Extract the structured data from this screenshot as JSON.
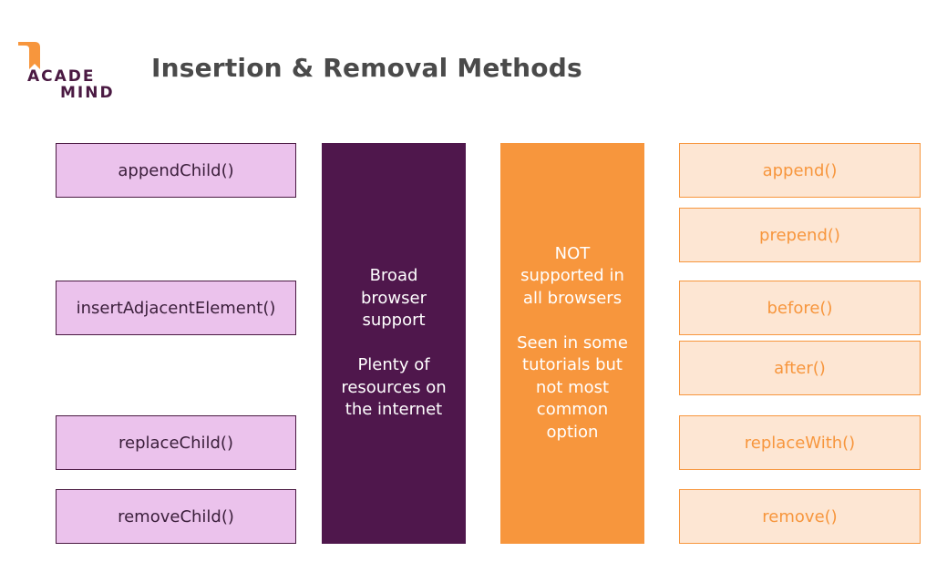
{
  "logo": {
    "line1": "ACADE",
    "line2": "MIND"
  },
  "title": "Insertion & Removal Methods",
  "left_methods": [
    "appendChild()",
    "insertAdjacentElement()",
    "replaceChild()",
    "removeChild()"
  ],
  "broad_support_panel": "Broad\nbrowser\nsupport\n\nPlenty of\nresources on\nthe internet",
  "not_supported_panel": "NOT\nsupported in\nall browsers\n\nSeen in some\ntutorials but\nnot most\ncommon\noption",
  "right_methods": [
    "append()",
    "prepend()",
    "before()",
    "after()",
    "replaceWith()",
    "remove()"
  ],
  "colors": {
    "logo_flag": "#f7963d",
    "brand_purple": "#4f174c",
    "light_purple": "#ebc2ec",
    "orange": "#f7963d",
    "light_orange": "#fde6d3"
  }
}
